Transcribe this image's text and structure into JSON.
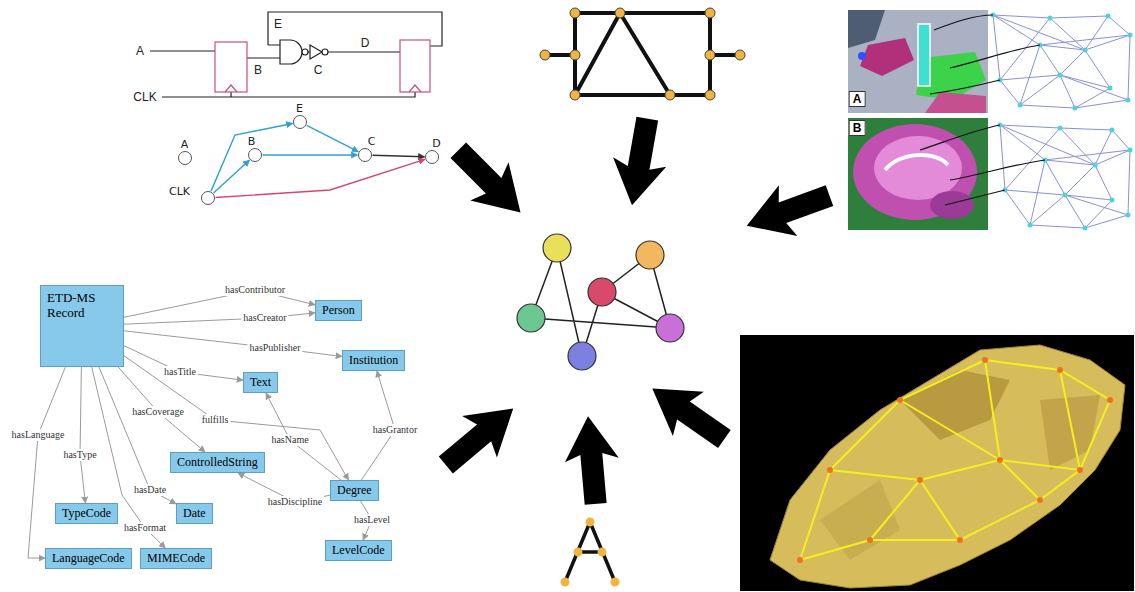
{
  "diagram": {
    "nodes": [
      {
        "text": [
          "A"
        ]
      },
      {
        "text": [
          "E"
        ]
      },
      {
        "text": [
          "B"
        ]
      },
      {
        "text": [
          "C"
        ]
      },
      {
        "text": [
          "D"
        ]
      },
      {
        "text": [
          "CLK"
        ]
      },
      {
        "text": [
          "ETD-MS Record"
        ]
      },
      {
        "text": [
          "Person"
        ]
      },
      {
        "text": [
          "Institution"
        ]
      },
      {
        "text": [
          "Text"
        ]
      },
      {
        "text": [
          "Degree"
        ]
      },
      {
        "text": [
          "ControlledString"
        ]
      },
      {
        "text": [
          "TypeCode"
        ]
      },
      {
        "text": [
          "Date"
        ]
      },
      {
        "text": [
          "LevelCode"
        ]
      },
      {
        "text": [
          "LanguageCode"
        ]
      },
      {
        "text": [
          "MIMECode"
        ]
      }
    ],
    "edges": [
      {
        "from": 5,
        "to": 1,
        "arrow": "to"
      },
      {
        "from": 5,
        "to": 2,
        "arrow": "to"
      },
      {
        "from": 2,
        "to": 3,
        "arrow": "to"
      },
      {
        "from": 1,
        "to": 3,
        "arrow": "to"
      },
      {
        "from": 3,
        "to": 4,
        "arrow": "to"
      },
      {
        "from": 5,
        "to": 4,
        "arrow": "to"
      },
      {
        "from": 6,
        "to": 7,
        "label": "hasContributor",
        "arrow": "to"
      },
      {
        "from": 6,
        "to": 7,
        "label": "hasCreator",
        "arrow": "to"
      },
      {
        "from": 6,
        "to": 8,
        "label": "hasPublisher",
        "arrow": "to"
      },
      {
        "from": 6,
        "to": 9,
        "label": "hasTitle",
        "arrow": "to"
      },
      {
        "from": 6,
        "to": 10,
        "label": "fulfills",
        "arrow": "to"
      },
      {
        "from": 6,
        "to": 11,
        "label": "hasCoverage",
        "arrow": "to"
      },
      {
        "from": 6,
        "to": 12,
        "label": "hasType",
        "arrow": "to"
      },
      {
        "from": 6,
        "to": 13,
        "label": "hasDate",
        "arrow": "to"
      },
      {
        "from": 6,
        "to": 15,
        "label": "hasLanguage",
        "arrow": "to"
      },
      {
        "from": 6,
        "to": 16,
        "label": "hasFormat",
        "arrow": "to"
      },
      {
        "from": 10,
        "to": 9,
        "label": "hasName",
        "arrow": "to"
      },
      {
        "from": 10,
        "to": 8,
        "label": "hasGrantor",
        "arrow": "to"
      },
      {
        "from": 10,
        "to": 11,
        "label": "hasDiscipline",
        "arrow": "to"
      },
      {
        "from": 10,
        "to": 14,
        "label": "hasLevel",
        "arrow": "to"
      }
    ],
    "labels": [
      "E",
      "A",
      "B",
      "C",
      "D",
      "CLK",
      "A",
      "B"
    ]
  }
}
